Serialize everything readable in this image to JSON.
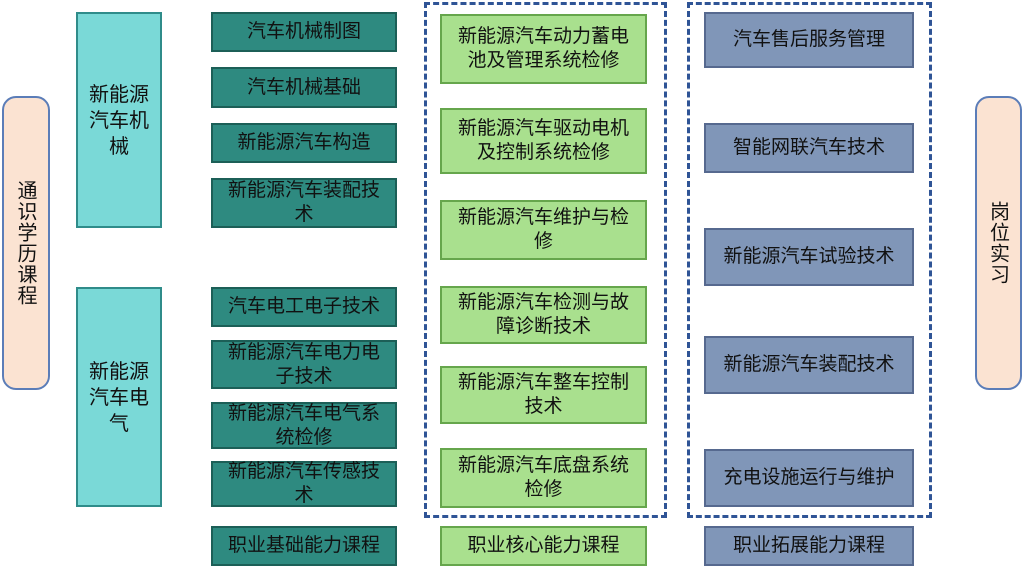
{
  "left_label": "通识学历课程",
  "right_label": "岗位实习",
  "majors": [
    "新能源汽车机械",
    "新能源汽车电气"
  ],
  "basic_courses": [
    "汽车机械制图",
    "汽车机械基础",
    "新能源汽车构造",
    "新能源汽车装配技术",
    "汽车电工电子技术",
    "新能源汽车电力电子技术",
    "新能源汽车电气系统检修",
    "新能源汽车传感技术"
  ],
  "core_courses": [
    "新能源汽车动力蓄电池及管理系统检修",
    "新能源汽车驱动电机及控制系统检修",
    "新能源汽车维护与检修",
    "新能源汽车检测与故障诊断技术",
    "新能源汽车整车控制技术",
    "新能源汽车底盘系统检修"
  ],
  "extension_courses": [
    "汽车售后服务管理",
    "智能网联汽车技术",
    "新能源汽车试验技术",
    "新能源汽车装配技术",
    "充电设施运行与维护"
  ],
  "column_labels": {
    "basic": "职业基础能力课程",
    "core": "职业核心能力课程",
    "extension": "职业拓展能力课程"
  },
  "colors": {
    "side_fill": "#fbe3d2",
    "major_fill": "#7ad9d7",
    "basic_fill": "#2e8a80",
    "core_fill": "#a9e08e",
    "extension_fill": "#8096b8",
    "dash_border": "#2f5496"
  }
}
